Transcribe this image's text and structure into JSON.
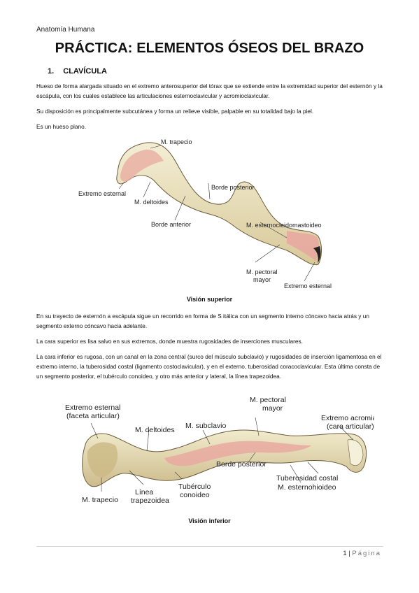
{
  "header": "Anatomía Humana",
  "title": "PRÁCTICA: ELEMENTOS ÓSEOS DEL BRAZO",
  "section": {
    "number": "1.",
    "title": "CLAVÍCULA"
  },
  "paragraphs": {
    "p1": "Hueso de forma alargada situado en el extremo anterosuperior del tórax que se extiende entre la extremidad superior del esternón y la escápula, con los cuales establece las articulaciones esternoclavicular y acromioclavicular.",
    "p2": "Su disposición es principalmente subcutánea y forma un relieve visible, palpable en su totalidad bajo la piel.",
    "p3": "Es un hueso plano.",
    "p4": "En su trayecto de esternón a escápula sigue un recorrido en forma de S itálica con un segmento interno cóncavo hacia atrás y un segmento externo cóncavo hacia adelante.",
    "p5": "La cara superior es lisa salvo en sus extremos, donde muestra rugosidades de inserciones musculares.",
    "p6": "La cara inferior es rugosa, con un canal en la zona central (surco del músculo subclavio) y rugosidades de inserción ligamentosa en el extremo interno, la tuberosidad costal (ligamento costoclavicular), y en el externo, tuberosidad coracoclavicular. Esta última consta de un segmento posterior, el tubérculo conoideo, y otro más anterior y lateral, la línea trapezoidea."
  },
  "figure1": {
    "caption": "Visión superior",
    "labels": {
      "trapecio": "M. trapecio",
      "extremo_esternal": "Extremo esternal",
      "deltoides": "M. deltoides",
      "borde_posterior": "Borde posterior",
      "borde_anterior": "Borde anterior",
      "ecm": "M. esternocleidomastoideo",
      "pectoral_1": "M. pectoral",
      "pectoral_2": "mayor",
      "extremo_esternal_2": "Extremo esternal"
    }
  },
  "figure2": {
    "caption": "Visión inferior",
    "labels": {
      "ext_esternal_1": "Extremo esternal",
      "ext_esternal_2": "(faceta articular)",
      "pectoral_1": "M. pectoral",
      "pectoral_2": "mayor",
      "ext_acromial_1": "Extremo acromial",
      "ext_acromial_2": "(cara articular)",
      "deltoides": "M. deltoides",
      "subclavio": "M. subclavio",
      "borde_posterior": "Borde posterior",
      "tuberosidad_costal": "Tuberosidad costal",
      "esternohioideo": "M. esternohioideo",
      "trapecio": "M. trapecio",
      "linea_1": "Línea",
      "linea_2": "trapezoidea",
      "tuberculo_1": "Tubérculo",
      "tuberculo_2": "conoideo"
    }
  },
  "footer": {
    "page_number": "1",
    "separator": "|",
    "page_label": "Página"
  },
  "colors": {
    "bone": "#efe9c8",
    "bone_shade": "#c9b98a",
    "muscle": "#e8a9a0",
    "outline": "#6b5a3a"
  }
}
